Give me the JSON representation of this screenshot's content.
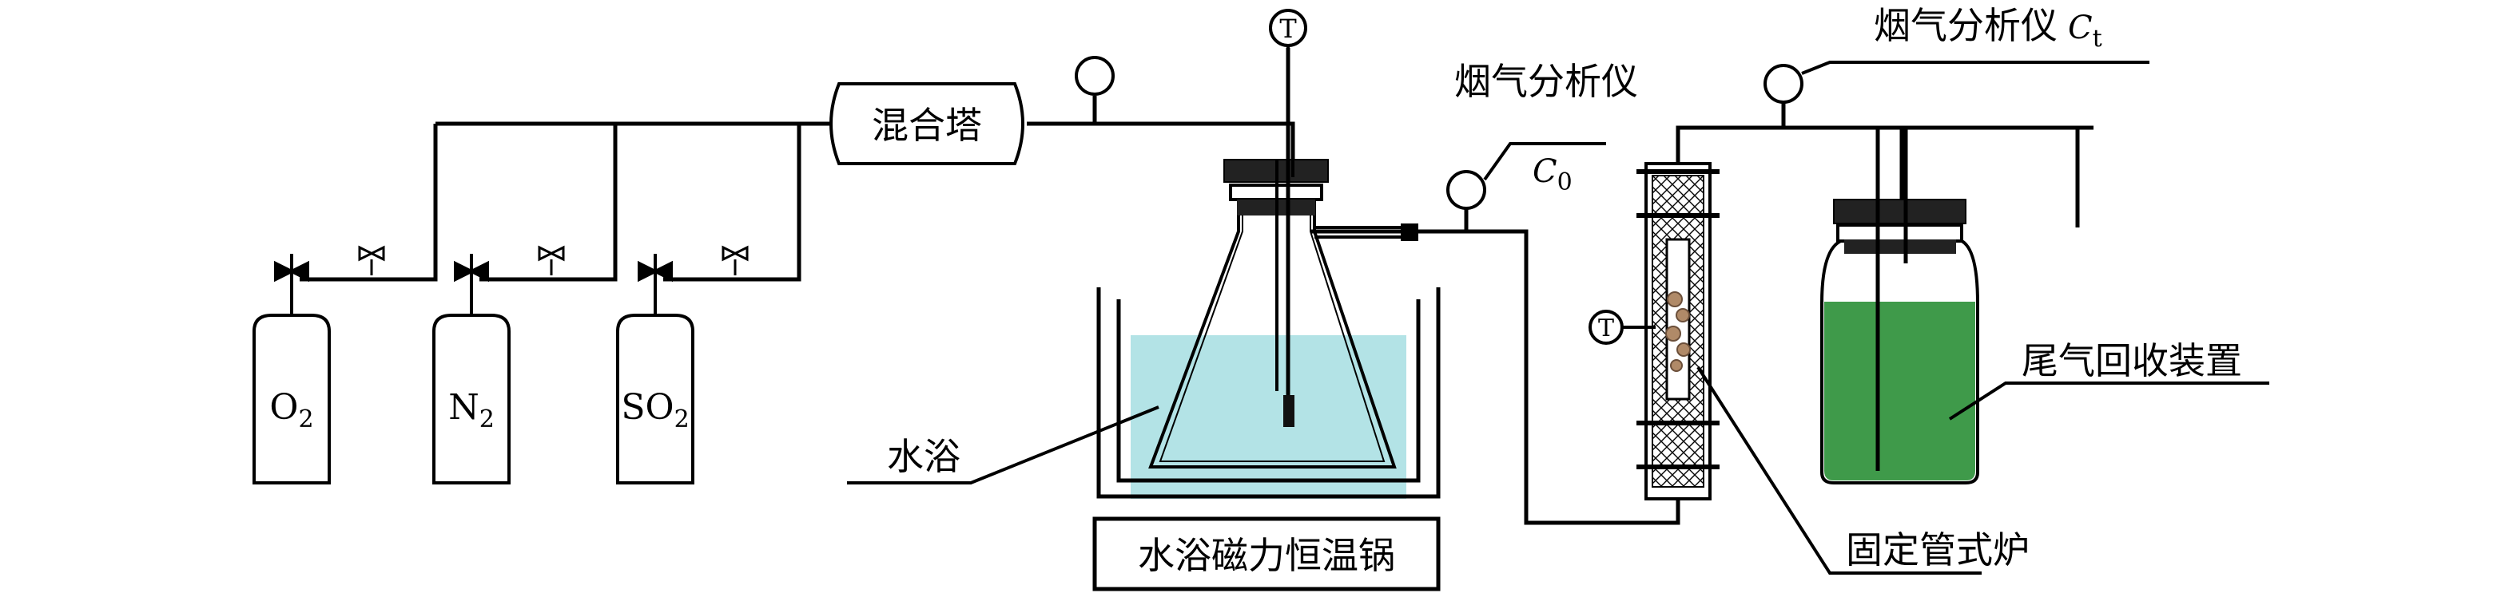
{
  "cylinders": [
    {
      "symbol": "O",
      "subscript": "2"
    },
    {
      "symbol": "N",
      "subscript": "2"
    },
    {
      "symbol": "SO",
      "subscript": "2"
    }
  ],
  "mixing_tower": "混合塔",
  "temperature_symbol": "T",
  "analyzer_inlet": {
    "label": "烟气分析仪",
    "var": "C",
    "sub": "0"
  },
  "analyzer_outlet": {
    "label": "烟气分析仪",
    "var": "C",
    "sub": "t"
  },
  "water_bath": "水浴",
  "magnetic_bath": "水浴磁力恒温锅",
  "tube_furnace": "固定管式炉",
  "tail_gas": "尾气回收装置",
  "colors": {
    "line": "#000000",
    "water": "#b3e3e6",
    "absorber_liquid": "#3f9a4a",
    "background": "#ffffff"
  }
}
